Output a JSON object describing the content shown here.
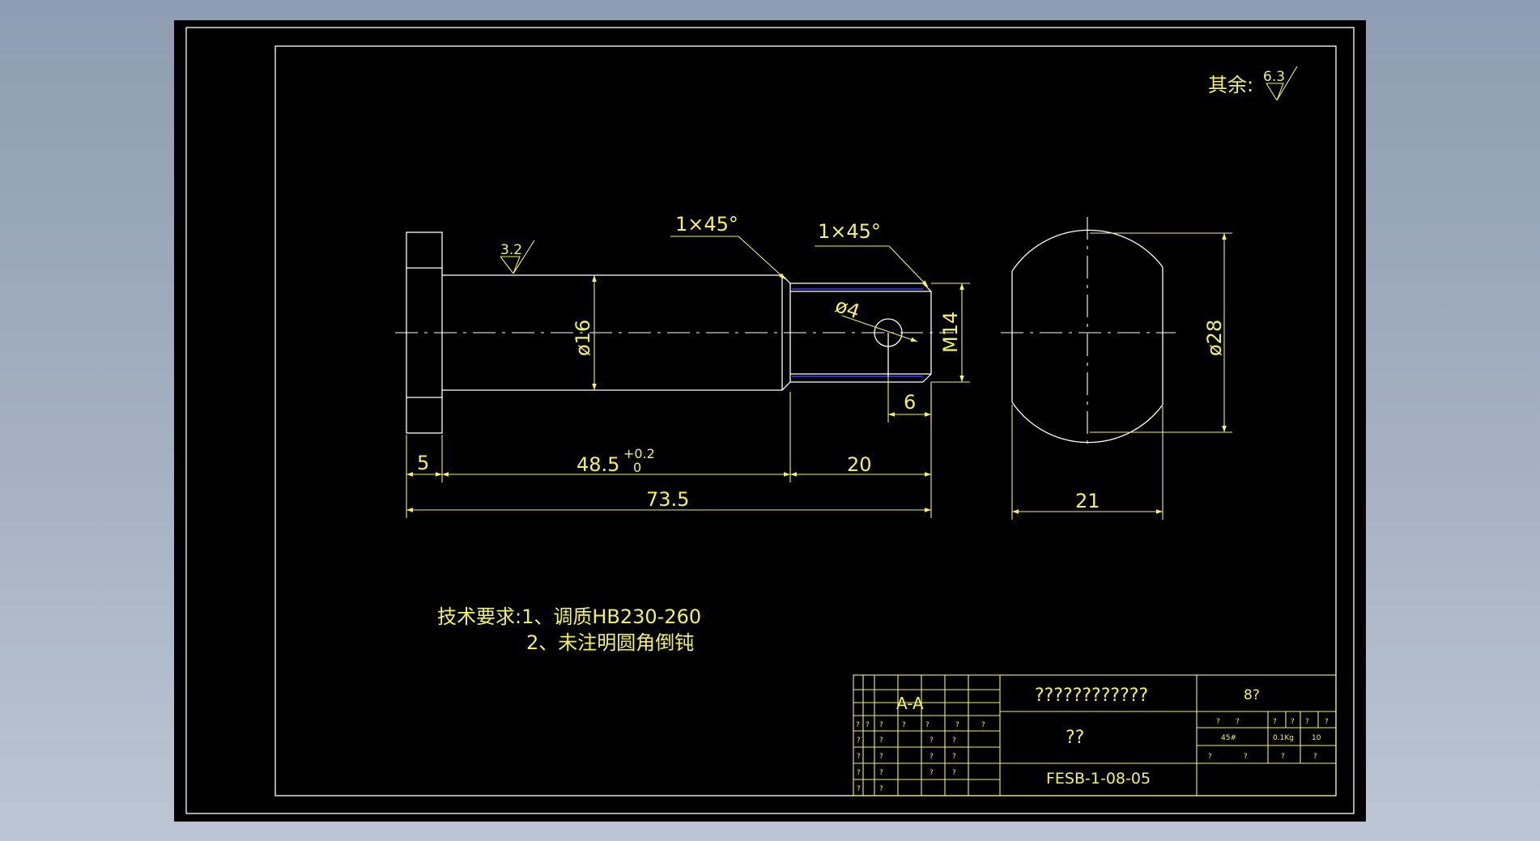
{
  "colors": {
    "background": "#000000",
    "outline": "#ffffff",
    "dimension": "#f5f35a",
    "thread": "#3b3bff",
    "screen": "#9aa7b9"
  },
  "drawing": {
    "roughness_note": {
      "label": "其余:",
      "value": "6.3"
    },
    "surface_roughness": "3.2",
    "dimensions": {
      "chamfer_left": "1×45°",
      "chamfer_right": "1×45°",
      "shaft_diameter": "ø16",
      "hole_diameter": "ø4",
      "thread": "M14",
      "hole_position": "6",
      "head_width": "5",
      "shaft_length": "48.5",
      "tolerance_upper": "+0.2",
      "tolerance_lower": "0",
      "thread_length": "20",
      "total_length": "73.5",
      "side_diameter": "ø28",
      "side_width": "21"
    },
    "technical_requirements": {
      "line1": "技术要求:1、调质HB230-260",
      "line2": "2、未注明圆角倒钝"
    }
  },
  "title_block": {
    "section_label": "A-A",
    "title_name": "????????????",
    "title_part": "??",
    "drawing_number": "FESB-1-08-05",
    "sheet_code": "8?",
    "material": "45#",
    "weight": "0.1Kg",
    "quantity": "10",
    "placeholder": "?"
  }
}
